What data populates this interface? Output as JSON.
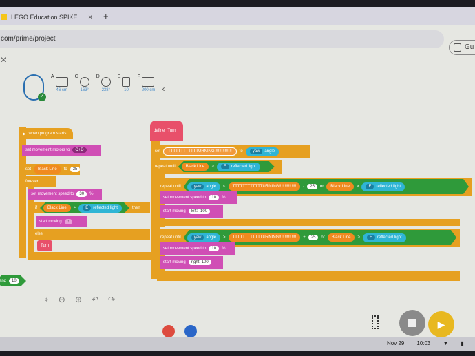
{
  "browser": {
    "tab_title": "LEGO Education SPIKE",
    "url": "com/prime/project",
    "guest_label": "Gu"
  },
  "ports": [
    {
      "letter": "A",
      "value": "46 cm"
    },
    {
      "letter": "C",
      "value": "163°"
    },
    {
      "letter": "D",
      "value": "238°"
    },
    {
      "letter": "E",
      "value": "10"
    },
    {
      "letter": "F",
      "value": "200 cm"
    }
  ],
  "program1": {
    "hat": "when program starts",
    "motors": "set movement motors to",
    "motors_val": "C+D",
    "set": "set",
    "var": "Black Line",
    "to": "to",
    "val": "35",
    "forever": "forever",
    "speed": "set movement speed to",
    "speed_val": "30",
    "pct": "%",
    "if": "if",
    "then": "then",
    "sensor_port": "E",
    "reflected": "reflected light",
    "start": "start moving",
    "dir": "↑",
    "else": "else",
    "call": "Turn",
    "wait_label": "and",
    "wait_val": "10"
  },
  "program2": {
    "define": "define",
    "name": "Turn",
    "set": "set",
    "var": "TTTTTTTTTTTTURNING!!!!!!!!!!!!!!!",
    "to": "to",
    "axis": "yaw",
    "angle": "angle",
    "repeat": "repeat until",
    "black": "Black Line",
    "port": "E",
    "reflected": "reflected light",
    "minus": "-",
    "plus": "+",
    "n25": "25",
    "or": "or",
    "speed": "set movement speed to",
    "speed_val": "10",
    "pct": "%",
    "start": "start moving",
    "left": "left: -100",
    "right": "right: 100"
  },
  "taskbar": {
    "date": "Nov 29",
    "time": "10:03"
  }
}
